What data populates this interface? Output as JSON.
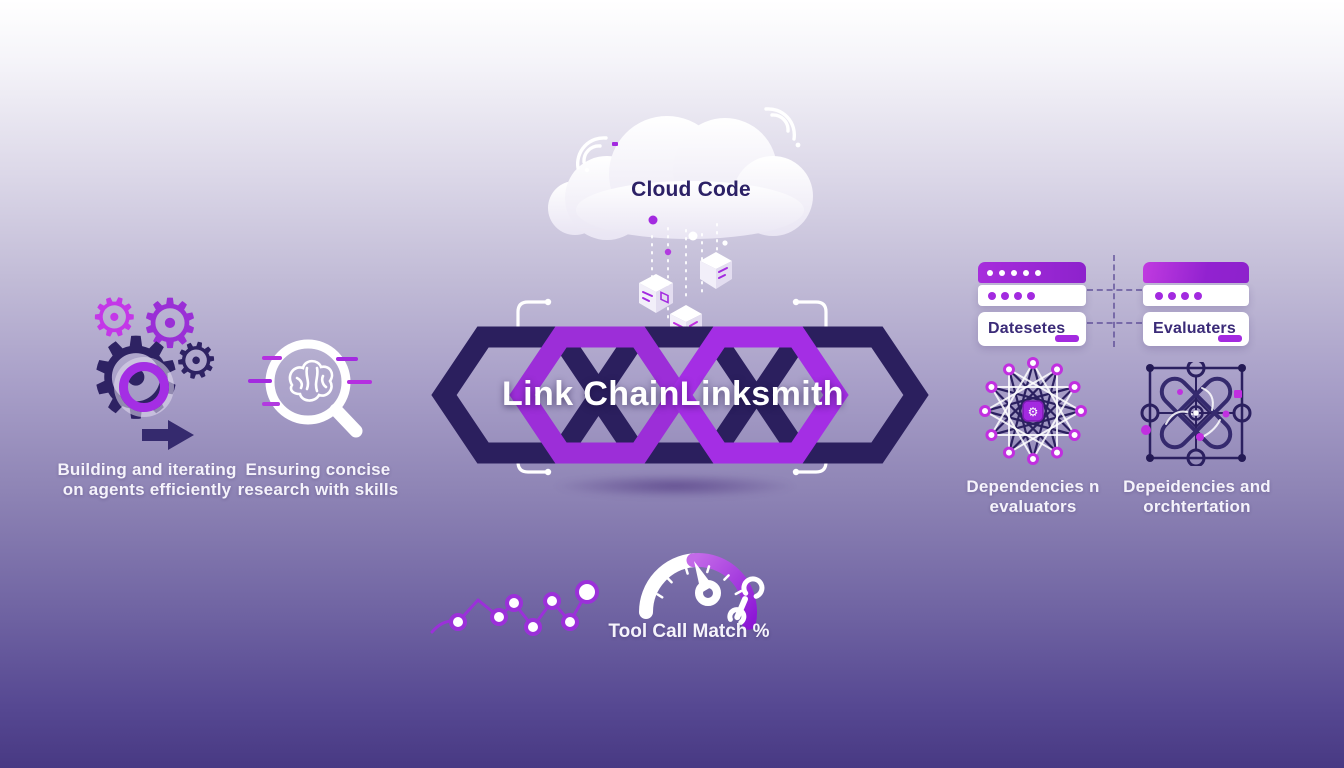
{
  "cloud": {
    "label": "Cloud Code"
  },
  "hero": {
    "title": "Link ChainLinksmith"
  },
  "features": {
    "build": {
      "line1": "Building and iterating",
      "line2": "on agents efficiently"
    },
    "research": {
      "line1": "Ensuring concise",
      "line2": "research with skills"
    }
  },
  "cards": {
    "datasets_label": "Datesetes",
    "evaluators_label": "Evaluaters"
  },
  "networks": {
    "dependencies": {
      "line1": "Dependencies n",
      "line2": "evaluators"
    },
    "orchestration": {
      "line1": "Depeidencies and",
      "line2": "orchtertation"
    }
  },
  "gauge": {
    "label": "Tool Call Match %"
  },
  "colors": {
    "indigo": "#2b1f5e",
    "purple": "#9c2ed8",
    "magenta": "#c12fe0",
    "background_bottom": "#483983",
    "caption_white": "#f5f3fb"
  }
}
